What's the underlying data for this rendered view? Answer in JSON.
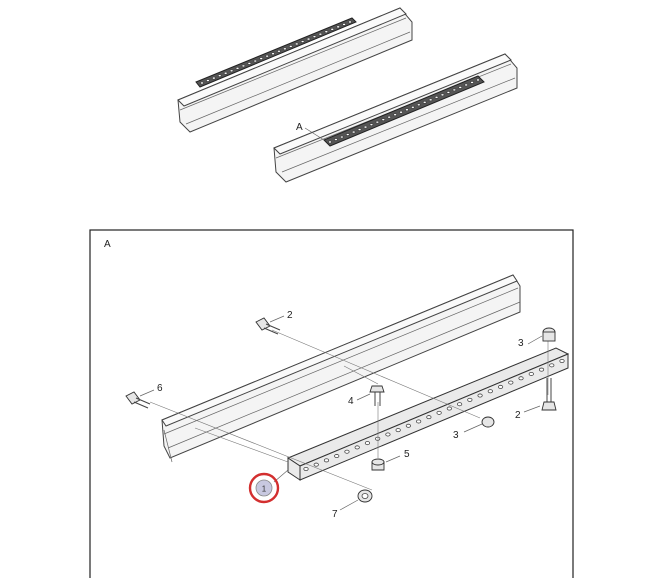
{
  "overview": {
    "view_label": "A"
  },
  "detail": {
    "view_label": "A",
    "callouts": [
      {
        "id": "c2a",
        "text": "2"
      },
      {
        "id": "c2b",
        "text": "2"
      },
      {
        "id": "c3a",
        "text": "3"
      },
      {
        "id": "c3b",
        "text": "3"
      },
      {
        "id": "c4",
        "text": "4"
      },
      {
        "id": "c5",
        "text": "5"
      },
      {
        "id": "c6",
        "text": "6"
      },
      {
        "id": "c7",
        "text": "7"
      },
      {
        "id": "c1",
        "text": "1"
      }
    ],
    "highlight_color": "#d32f2f"
  }
}
